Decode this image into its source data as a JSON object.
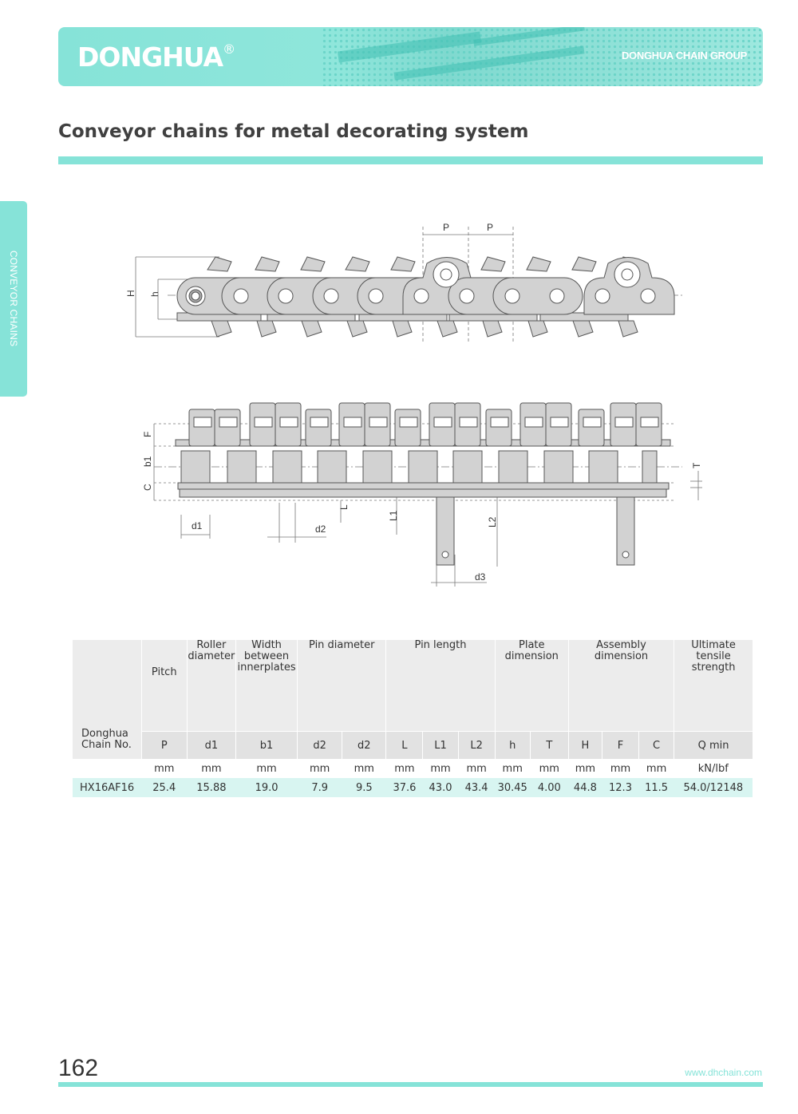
{
  "header": {
    "brand": "DONGHUA",
    "brand_mark": "®",
    "group": "DONGHUA CHAIN GROUP",
    "colors": {
      "accent": "#86e3d8",
      "accent_dark": "#3fbfb2"
    }
  },
  "page_title": "Conveyor chains for metal decorating system",
  "side_tab": "CONVEYOR CHAINS",
  "drawing": {
    "top_view_labels": {
      "pitch_a": "P",
      "pitch_b": "P",
      "height_H": "H",
      "height_h": "h"
    },
    "side_view_labels": {
      "F": "F",
      "b1": "b1",
      "C": "C",
      "T": "T",
      "d1": "d1",
      "d2": "d2",
      "L": "L",
      "L1": "L1",
      "L2": "L2",
      "d3": "d3"
    }
  },
  "table": {
    "chain_col_header": "Donghua Chain No.",
    "group_headers": {
      "pitch": "Pitch",
      "roller": "Roller diameter",
      "width": "Width between innerplates",
      "pin_dia": "Pin diameter",
      "pin_len": "Pin length",
      "plate": "Plate dimension",
      "assembly": "Assembly dimension",
      "uts": "Ultimate tensile strength"
    },
    "symbols": [
      "P",
      "d1",
      "b1",
      "d2",
      "d2",
      "L",
      "L1",
      "L2",
      "h",
      "T",
      "H",
      "F",
      "C",
      "Q min"
    ],
    "units": [
      "mm",
      "mm",
      "mm",
      "mm",
      "mm",
      "mm",
      "mm",
      "mm",
      "mm",
      "mm",
      "mm",
      "mm",
      "mm",
      "kN/lbf"
    ],
    "rows": [
      {
        "chain_no": "HX16AF16",
        "values": [
          "25.4",
          "15.88",
          "19.0",
          "7.9",
          "9.5",
          "37.6",
          "43.0",
          "43.4",
          "30.45",
          "4.00",
          "44.8",
          "12.3",
          "11.5",
          "54.0/12148"
        ]
      }
    ]
  },
  "footer": {
    "page_number": "162",
    "website": "www.dhchain.com"
  }
}
